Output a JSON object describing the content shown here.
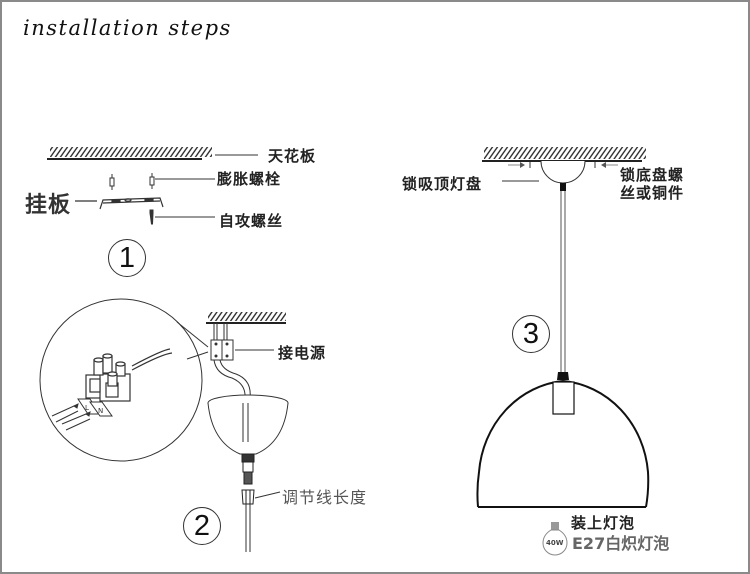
{
  "title": "installation steps",
  "step1": {
    "number": "1",
    "labels": {
      "ceiling": "天花板",
      "expansion_bolt": "膨胀螺栓",
      "mounting_plate": "挂板",
      "tapping_screw": "自攻螺丝"
    }
  },
  "step2": {
    "number": "2",
    "labels": {
      "connect_power": "接电源",
      "adjust_cord_length": "调节线长度"
    },
    "terminal_marks": [
      "L",
      "N"
    ]
  },
  "step3": {
    "number": "3",
    "labels": {
      "lock_canopy": "锁吸顶灯盘",
      "lock_base_screws_line1": "锁底盘螺",
      "lock_base_screws_line2": "丝或铜件",
      "install_bulb": "装上灯泡",
      "bulb_type": "E27白炽灯泡",
      "bulb_wattage": "40W"
    }
  },
  "colors": {
    "line": "#222222",
    "frame": "#8a8a8a",
    "muted_text": "#666666"
  }
}
